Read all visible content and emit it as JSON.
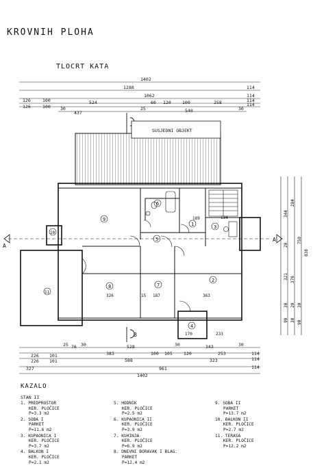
{
  "header": {
    "title": "KROVNIH PLOHA",
    "subtitle": "TLOCRT KATA"
  },
  "plan": {
    "top_dims": {
      "row1": [
        "1402"
      ],
      "row2": [
        "1288",
        "114"
      ],
      "row3": [
        "1062",
        "114"
      ],
      "row4": [
        "126",
        "100",
        "524",
        "60",
        "120",
        "100",
        "258",
        "114"
      ],
      "row5": [
        "126",
        "100",
        "114"
      ],
      "row6": [
        "30",
        "437",
        "25",
        "540",
        "30"
      ]
    },
    "bottom_dims": {
      "row1": [
        "25",
        "76",
        "30",
        "528",
        "30",
        "343",
        "30"
      ],
      "row2": [
        "226",
        "101",
        "383",
        "100",
        "105",
        "120",
        "253",
        "114"
      ],
      "row3": [
        "226",
        "101",
        "588",
        "323",
        "114"
      ],
      "row4": [
        "327",
        "961",
        "114"
      ],
      "row5": [
        "1402"
      ]
    },
    "right_dims": [
      "344",
      "284",
      "750",
      "838",
      "20",
      "321",
      "376",
      "30",
      "20",
      "30",
      "90",
      "30",
      "90"
    ],
    "inner_dims": [
      "189",
      "134",
      "326",
      "15",
      "187",
      "363",
      "170",
      "233"
    ],
    "neighbor_label": "SUSJEDNI OBJEKT",
    "room_numbers": [
      "1",
      "2",
      "3",
      "4",
      "5",
      "6",
      "7",
      "8",
      "9",
      "10",
      "11"
    ],
    "section_marks": [
      "A",
      "A",
      "B",
      "B"
    ]
  },
  "legend": {
    "heading": "KAZALO",
    "unit": "STAN II",
    "items": [
      {
        "no": "1.",
        "name": "PREDPROSTOR",
        "finish": "KER. PLOČICE",
        "area": "P=3.3 m2"
      },
      {
        "no": "2.",
        "name": "SOBA I",
        "finish": "PARKET",
        "area": "P=11.6 m2"
      },
      {
        "no": "3.",
        "name": "KUPAONICA I",
        "finish": "KER. PLOČICE",
        "area": "P=3.7 m2"
      },
      {
        "no": "4.",
        "name": "BALKON I",
        "finish": "KER. PLOČICE",
        "area": "P=2.1 m2"
      },
      {
        "no": "5.",
        "name": "HODNIK",
        "finish": "KER. PLOČICE",
        "area": "P=2.5 m2"
      },
      {
        "no": "6.",
        "name": "KUPAONICA II",
        "finish": "KER. PLOČICE",
        "area": "P=3.9 m2"
      },
      {
        "no": "7.",
        "name": "KUHINJA",
        "finish": "KER. PLOČICE",
        "area": "P=6.9 m2"
      },
      {
        "no": "8.",
        "name": "DNEVNI BORAVAK I BLAG.",
        "finish": "PARKET",
        "area": "P=12.4 m2"
      },
      {
        "no": "9.",
        "name": "SOBA II",
        "finish": "PARKET",
        "area": "P=13.7 m2"
      },
      {
        "no": "10.",
        "name": "BALKON II",
        "finish": "KER. PLOČICE",
        "area": "P=2.7 m2"
      },
      {
        "no": "11.",
        "name": "TERASA",
        "finish": "KER. PLOČICE",
        "area": "P=12.2 m2"
      }
    ]
  }
}
